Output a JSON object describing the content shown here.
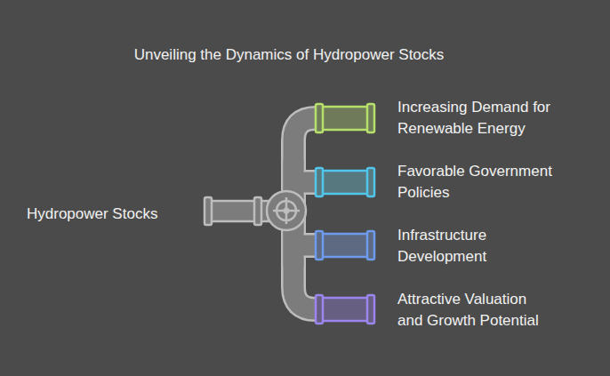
{
  "diagram": {
    "title": "Unveiling the Dynamics of Hydropower Stocks",
    "labels": [
      "Hydropower Stocks",
      "Increasing Demand for Renewable Energy",
      "Favorable Government Policies",
      "Infrastructure Development",
      "Attractive Valuation and Growth Potential"
    ]
  }
}
